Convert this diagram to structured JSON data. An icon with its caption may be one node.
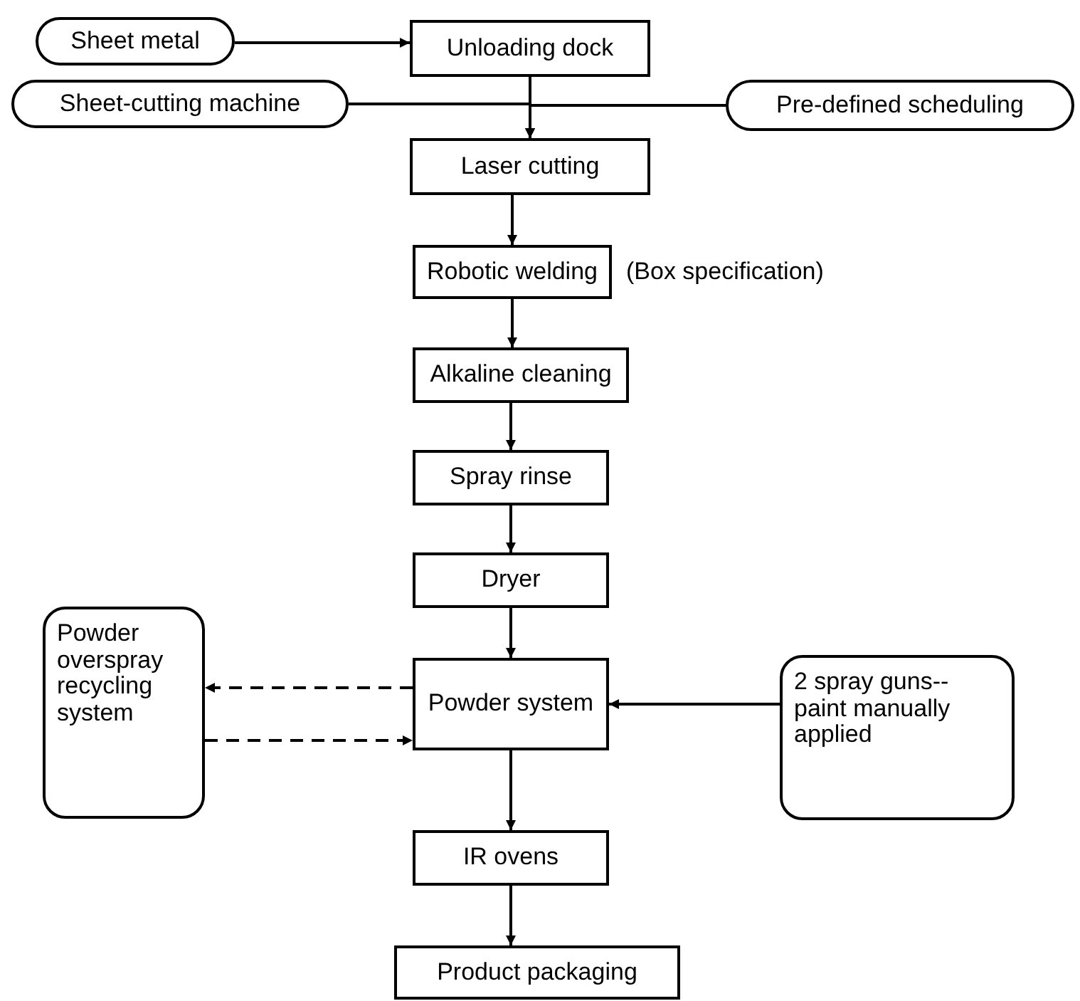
{
  "diagram": {
    "nodes": [
      {
        "text": [
          "Sheet metal"
        ]
      },
      {
        "text": [
          "Unloading dock"
        ]
      },
      {
        "text": [
          "Sheet-cutting machine"
        ]
      },
      {
        "text": [
          "Pre-defined scheduling"
        ]
      },
      {
        "text": [
          "Laser cutting"
        ]
      },
      {
        "text": [
          "Robotic welding"
        ],
        "beside": [
          "(Box specification)"
        ]
      },
      {
        "text": [
          "Alkaline cleaning"
        ]
      },
      {
        "text": [
          "Spray rinse"
        ]
      },
      {
        "text": [
          "Dryer"
        ]
      },
      {
        "text": [
          "Powder system"
        ]
      },
      {
        "text": [
          "IR ovens"
        ]
      },
      {
        "text": [
          "Product packaging"
        ]
      },
      {
        "text": [
          "Powder overspray recycling system"
        ]
      },
      {
        "text": [
          "2 spray guns-- paint manually applied"
        ]
      }
    ],
    "edges": [
      {
        "from": 0,
        "to": 1,
        "arrow": "to"
      },
      {
        "from": 1,
        "to": 4,
        "arrow": "to"
      },
      {
        "from": 2,
        "to": 4,
        "arrow": "to"
      },
      {
        "from": 3,
        "to": 4,
        "arrow": "to"
      },
      {
        "from": 4,
        "to": 5,
        "arrow": "to"
      },
      {
        "from": 5,
        "to": 6,
        "arrow": "to"
      },
      {
        "from": 6,
        "to": 7,
        "arrow": "to"
      },
      {
        "from": 7,
        "to": 8,
        "arrow": "to"
      },
      {
        "from": 8,
        "to": 9,
        "arrow": "to"
      },
      {
        "from": 9,
        "to": 12,
        "arrow": "to",
        "style": "dashed"
      },
      {
        "from": 12,
        "to": 9,
        "arrow": "to",
        "style": "dashed"
      },
      {
        "from": 13,
        "to": 9,
        "arrow": "to"
      },
      {
        "from": 9,
        "to": 10,
        "arrow": "to"
      },
      {
        "from": 10,
        "to": 11,
        "arrow": "to"
      }
    ]
  }
}
